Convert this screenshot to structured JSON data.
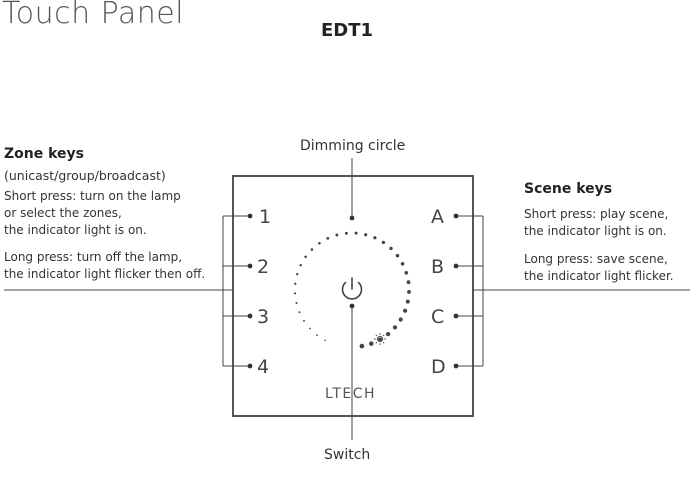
{
  "page_title": "Touch Panel",
  "model": "EDT1",
  "callouts": {
    "dimming_circle": "Dimming circle",
    "switch": "Switch"
  },
  "zone_keys": {
    "heading": "Zone keys",
    "subheading": "(unicast/group/broadcast)",
    "short_press_lines": [
      "Short press: turn on the lamp",
      "or select the zones,",
      "the indicator light is on."
    ],
    "long_press_lines": [
      "Long press: turn off the lamp,",
      "the indicator light flicker then off."
    ]
  },
  "scene_keys": {
    "heading": "Scene keys",
    "short_press_lines": [
      "Short press: play scene,",
      "the indicator light is on."
    ],
    "long_press_lines": [
      "Long press: save scene,",
      "the indicator light flicker."
    ]
  },
  "panel": {
    "left_keys": [
      "1",
      "2",
      "3",
      "4"
    ],
    "right_keys": [
      "A",
      "B",
      "C",
      "D"
    ],
    "brand": "LTECH",
    "power_icon": "power-icon",
    "brightness_icon": "sun-icon"
  }
}
